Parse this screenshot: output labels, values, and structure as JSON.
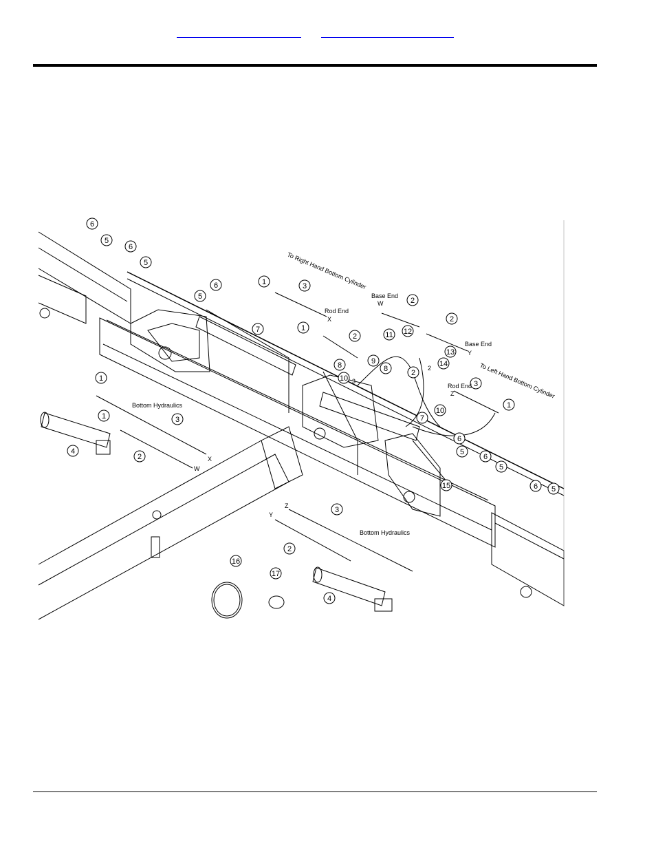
{
  "header": {
    "link_1": "",
    "link_2": ""
  },
  "diagram": {
    "labels": {
      "to_right_hand_bottom_cylinder": "To Right Hand Bottom Cylinder",
      "to_left_hand_bottom_cylinder": "To Left Hand Bottom Cylinder",
      "rod_end_upper": "Rod End",
      "rod_end_right": "Rod End",
      "base_end_left": "Base End",
      "base_end_right": "Base End",
      "bottom_hydraulics_left": "Bottom Hydraulics",
      "bottom_hydraulics_right": "Bottom Hydraulics",
      "letter_x_upper": "X",
      "letter_x_lower": "X",
      "letter_w_upper": "W",
      "letter_w_lower": "W",
      "letter_y_upper": "Y",
      "letter_y_lower": "Y",
      "letter_z_upper": "Z",
      "letter_z_lower": "Z",
      "port_2": "2",
      "port_3": "3"
    },
    "callouts": [
      "1",
      "1",
      "1",
      "1",
      "1",
      "2",
      "2",
      "2",
      "2",
      "2",
      "2",
      "3",
      "3",
      "3",
      "3",
      "4",
      "4",
      "5",
      "5",
      "5",
      "5",
      "5",
      "5",
      "6",
      "6",
      "6",
      "6",
      "6",
      "6",
      "7",
      "7",
      "8",
      "8",
      "9",
      "10",
      "10",
      "11",
      "12",
      "13",
      "14",
      "15",
      "16",
      "17"
    ]
  }
}
